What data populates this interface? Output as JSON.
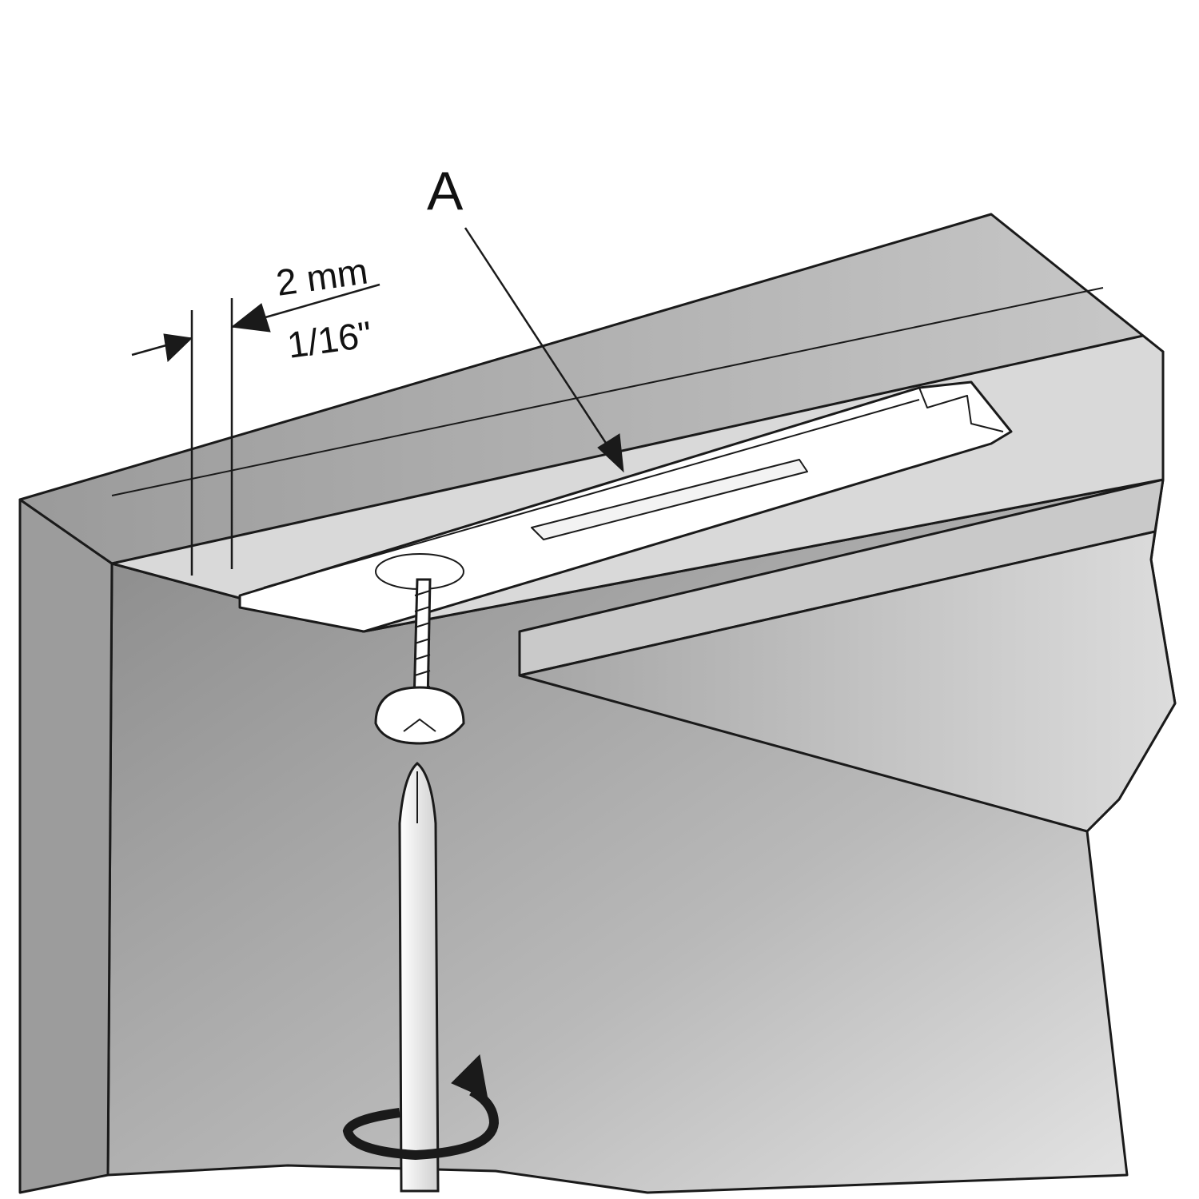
{
  "diagram": {
    "label_a": "A",
    "dimension_metric": "2 mm",
    "dimension_imperial": "1/16\"",
    "colors": {
      "outline": "#1a1a1a",
      "frame": "#9c9c9c",
      "header_top": "#b8b8b8",
      "recess": "#d9d9d9",
      "track": "#ffffff"
    }
  }
}
